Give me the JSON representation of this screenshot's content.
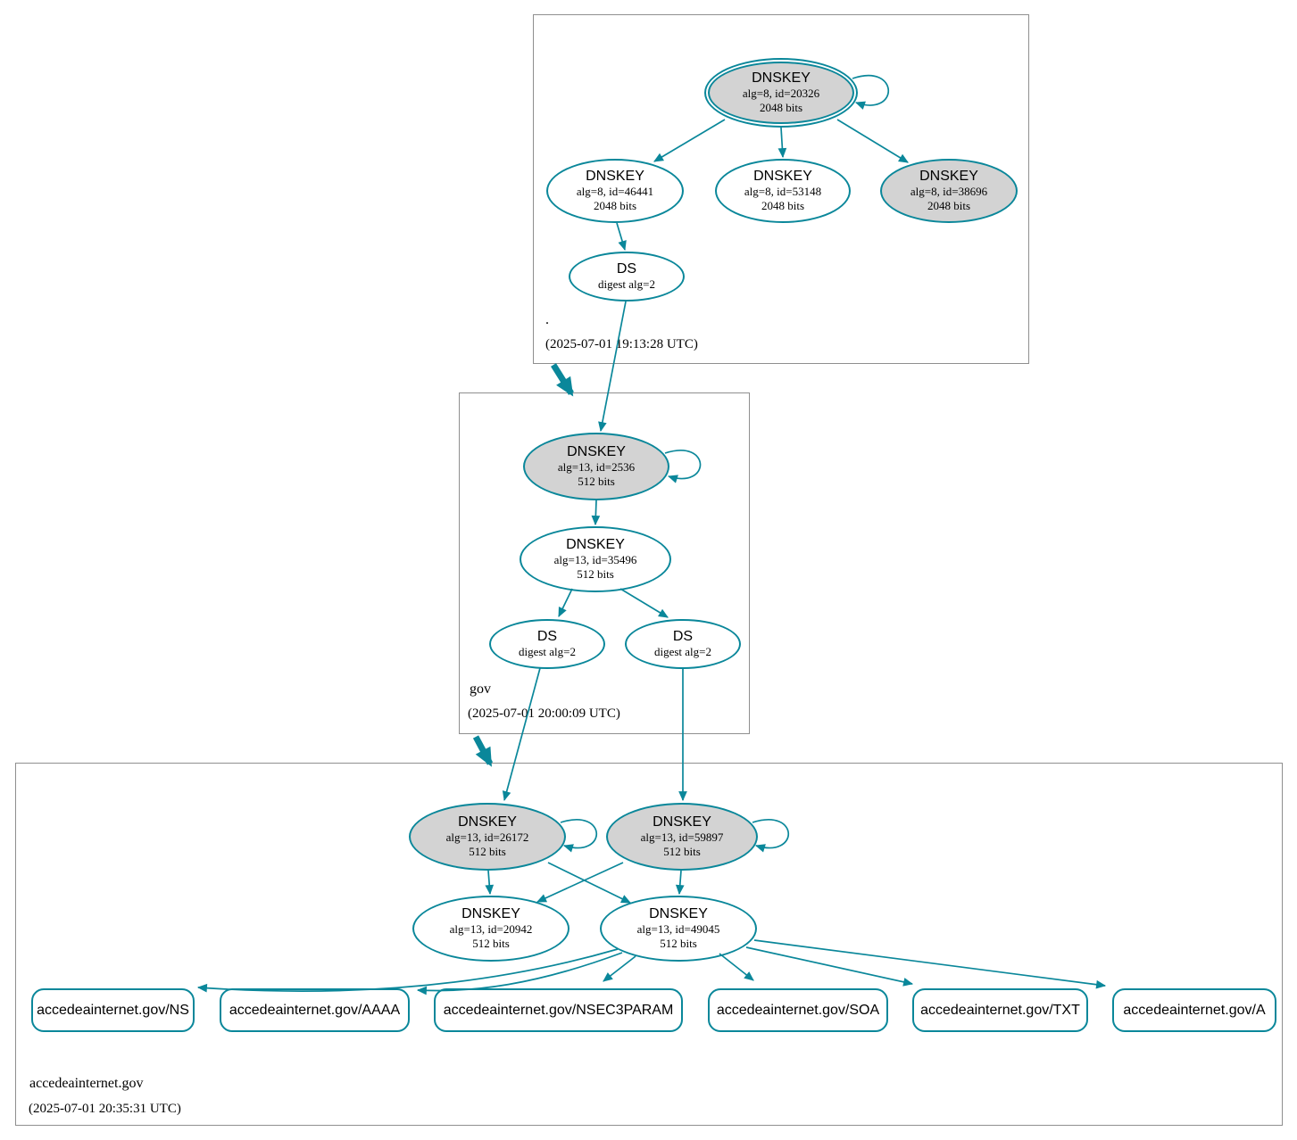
{
  "colors": {
    "secure": "#0a879a",
    "ksk_fill": "#d3d3d3",
    "zone_border": "#8f8f8f"
  },
  "zones": [
    {
      "label": ".",
      "timestamp": "(2025-07-01 19:13:28 UTC)",
      "nodes": {
        "ksk20326": {
          "title": "DNSKEY",
          "detail": "alg=8, id=20326",
          "bits": "2048 bits"
        },
        "key46441": {
          "title": "DNSKEY",
          "detail": "alg=8, id=46441",
          "bits": "2048 bits"
        },
        "key53148": {
          "title": "DNSKEY",
          "detail": "alg=8, id=53148",
          "bits": "2048 bits"
        },
        "key38696": {
          "title": "DNSKEY",
          "detail": "alg=8, id=38696",
          "bits": "2048 bits"
        },
        "ds": {
          "title": "DS",
          "detail": "digest alg=2"
        }
      }
    },
    {
      "label": "gov",
      "timestamp": "(2025-07-01 20:00:09 UTC)",
      "nodes": {
        "ksk2536": {
          "title": "DNSKEY",
          "detail": "alg=13, id=2536",
          "bits": "512 bits"
        },
        "key35496": {
          "title": "DNSKEY",
          "detail": "alg=13, id=35496",
          "bits": "512 bits"
        },
        "ds1": {
          "title": "DS",
          "detail": "digest alg=2"
        },
        "ds2": {
          "title": "DS",
          "detail": "digest alg=2"
        }
      }
    },
    {
      "label": "accedeainternet.gov",
      "timestamp": "(2025-07-01 20:35:31 UTC)",
      "nodes": {
        "ksk26172": {
          "title": "DNSKEY",
          "detail": "alg=13, id=26172",
          "bits": "512 bits"
        },
        "ksk59897": {
          "title": "DNSKEY",
          "detail": "alg=13, id=59897",
          "bits": "512 bits"
        },
        "key20942": {
          "title": "DNSKEY",
          "detail": "alg=13, id=20942",
          "bits": "512 bits"
        },
        "key49045": {
          "title": "DNSKEY",
          "detail": "alg=13, id=49045",
          "bits": "512 bits"
        }
      },
      "rrsets": [
        {
          "label": "accedeainternet.gov/NS"
        },
        {
          "label": "accedeainternet.gov/AAAA"
        },
        {
          "label": "accedeainternet.gov/NSEC3PARAM"
        },
        {
          "label": "accedeainternet.gov/SOA"
        },
        {
          "label": "accedeainternet.gov/TXT"
        },
        {
          "label": "accedeainternet.gov/A"
        }
      ]
    }
  ]
}
